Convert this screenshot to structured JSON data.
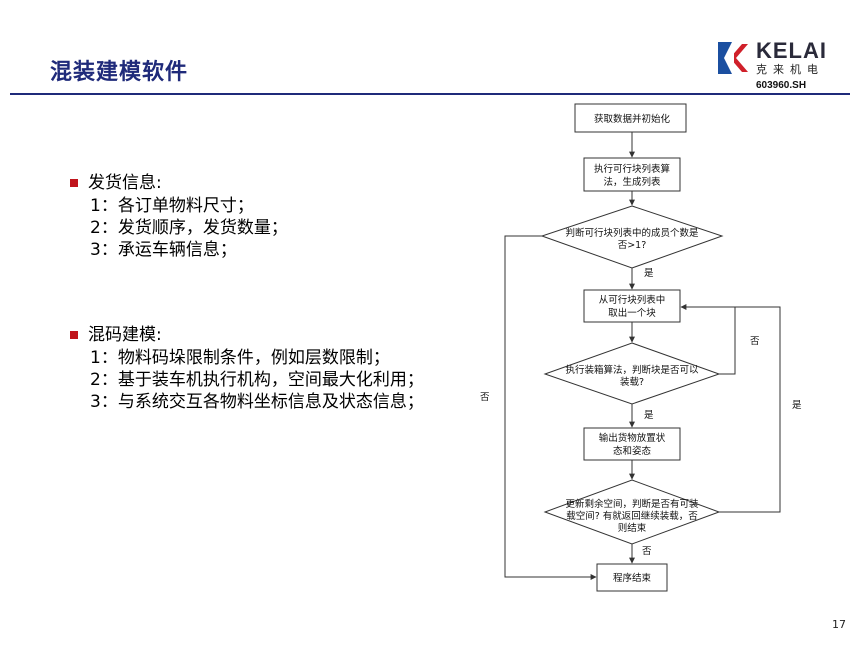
{
  "title": "混装建模软件",
  "logo": {
    "brand": "KELAI",
    "brand_cn": "克来机电",
    "ticker": "603960.SH"
  },
  "sections": [
    {
      "heading": "发货信息:",
      "items": [
        "1：各订单物料尺寸；",
        "2：发货顺序，发货数量；",
        "3：承运车辆信息；"
      ]
    },
    {
      "heading": "混码建模:",
      "items": [
        "1：物料码垛限制条件，例如层数限制；",
        "2：基于装车机执行机构，空间最大化利用；",
        "3：与系统交互各物料坐标信息及状态信息；"
      ]
    }
  ],
  "flowchart": {
    "nodes": {
      "init": [
        "获取数据并初始化"
      ],
      "gen_list": [
        "执行可行块列表算",
        "法，生成列表"
      ],
      "check_count": [
        "判断可行块列表中的成员个数是",
        "否>1?"
      ],
      "take_block": [
        "从可行块列表中",
        "取出一个块"
      ],
      "check_pack": [
        "执行装箱算法，判断块是否可以",
        "装载?"
      ],
      "output_pose": [
        "输出货物放置状",
        "态和姿态"
      ],
      "update_space": [
        "更新剩余空间，判断是否有可装",
        "载空间? 有就返回继续装载，否",
        "则结束"
      ],
      "end": [
        "程序结束"
      ]
    },
    "labels": {
      "yes": "是",
      "no": "否"
    }
  },
  "page_number": "17",
  "colors": {
    "title": "#1f2a7a",
    "bullet": "#c0141c",
    "logo_blue": "#1b4fa0",
    "logo_red": "#d0202a"
  }
}
